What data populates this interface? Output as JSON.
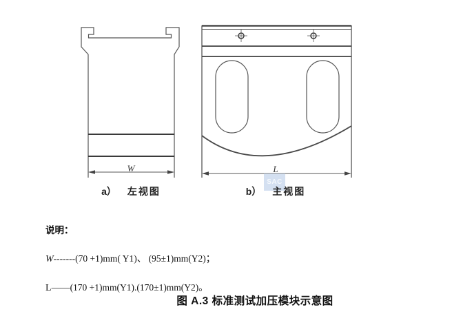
{
  "figure": {
    "views": [
      {
        "id": "left-view",
        "label_prefix": "a）",
        "label": "左视图",
        "dimension_label": "W"
      },
      {
        "id": "front-view",
        "label_prefix": "b）",
        "label": "主视图",
        "dimension_label": "L"
      }
    ],
    "watermark": "SAC",
    "notes": {
      "heading": "说明：",
      "lines": [
        {
          "symbol": "W",
          "text": "-------(70 +1)mm( Y1)、 (95±1)mm(Y2)；"
        },
        {
          "symbol": "L",
          "text": "——(170 +1)mm(Y1).(170±1)mm(Y2)。"
        }
      ]
    },
    "caption": "图 A.3 标准测试加压模块示意图",
    "colors": {
      "line": "#555555",
      "thick_line": "#3a3a3a",
      "text": "#1a1a1a",
      "watermark_bg": "#b9cde8"
    }
  }
}
